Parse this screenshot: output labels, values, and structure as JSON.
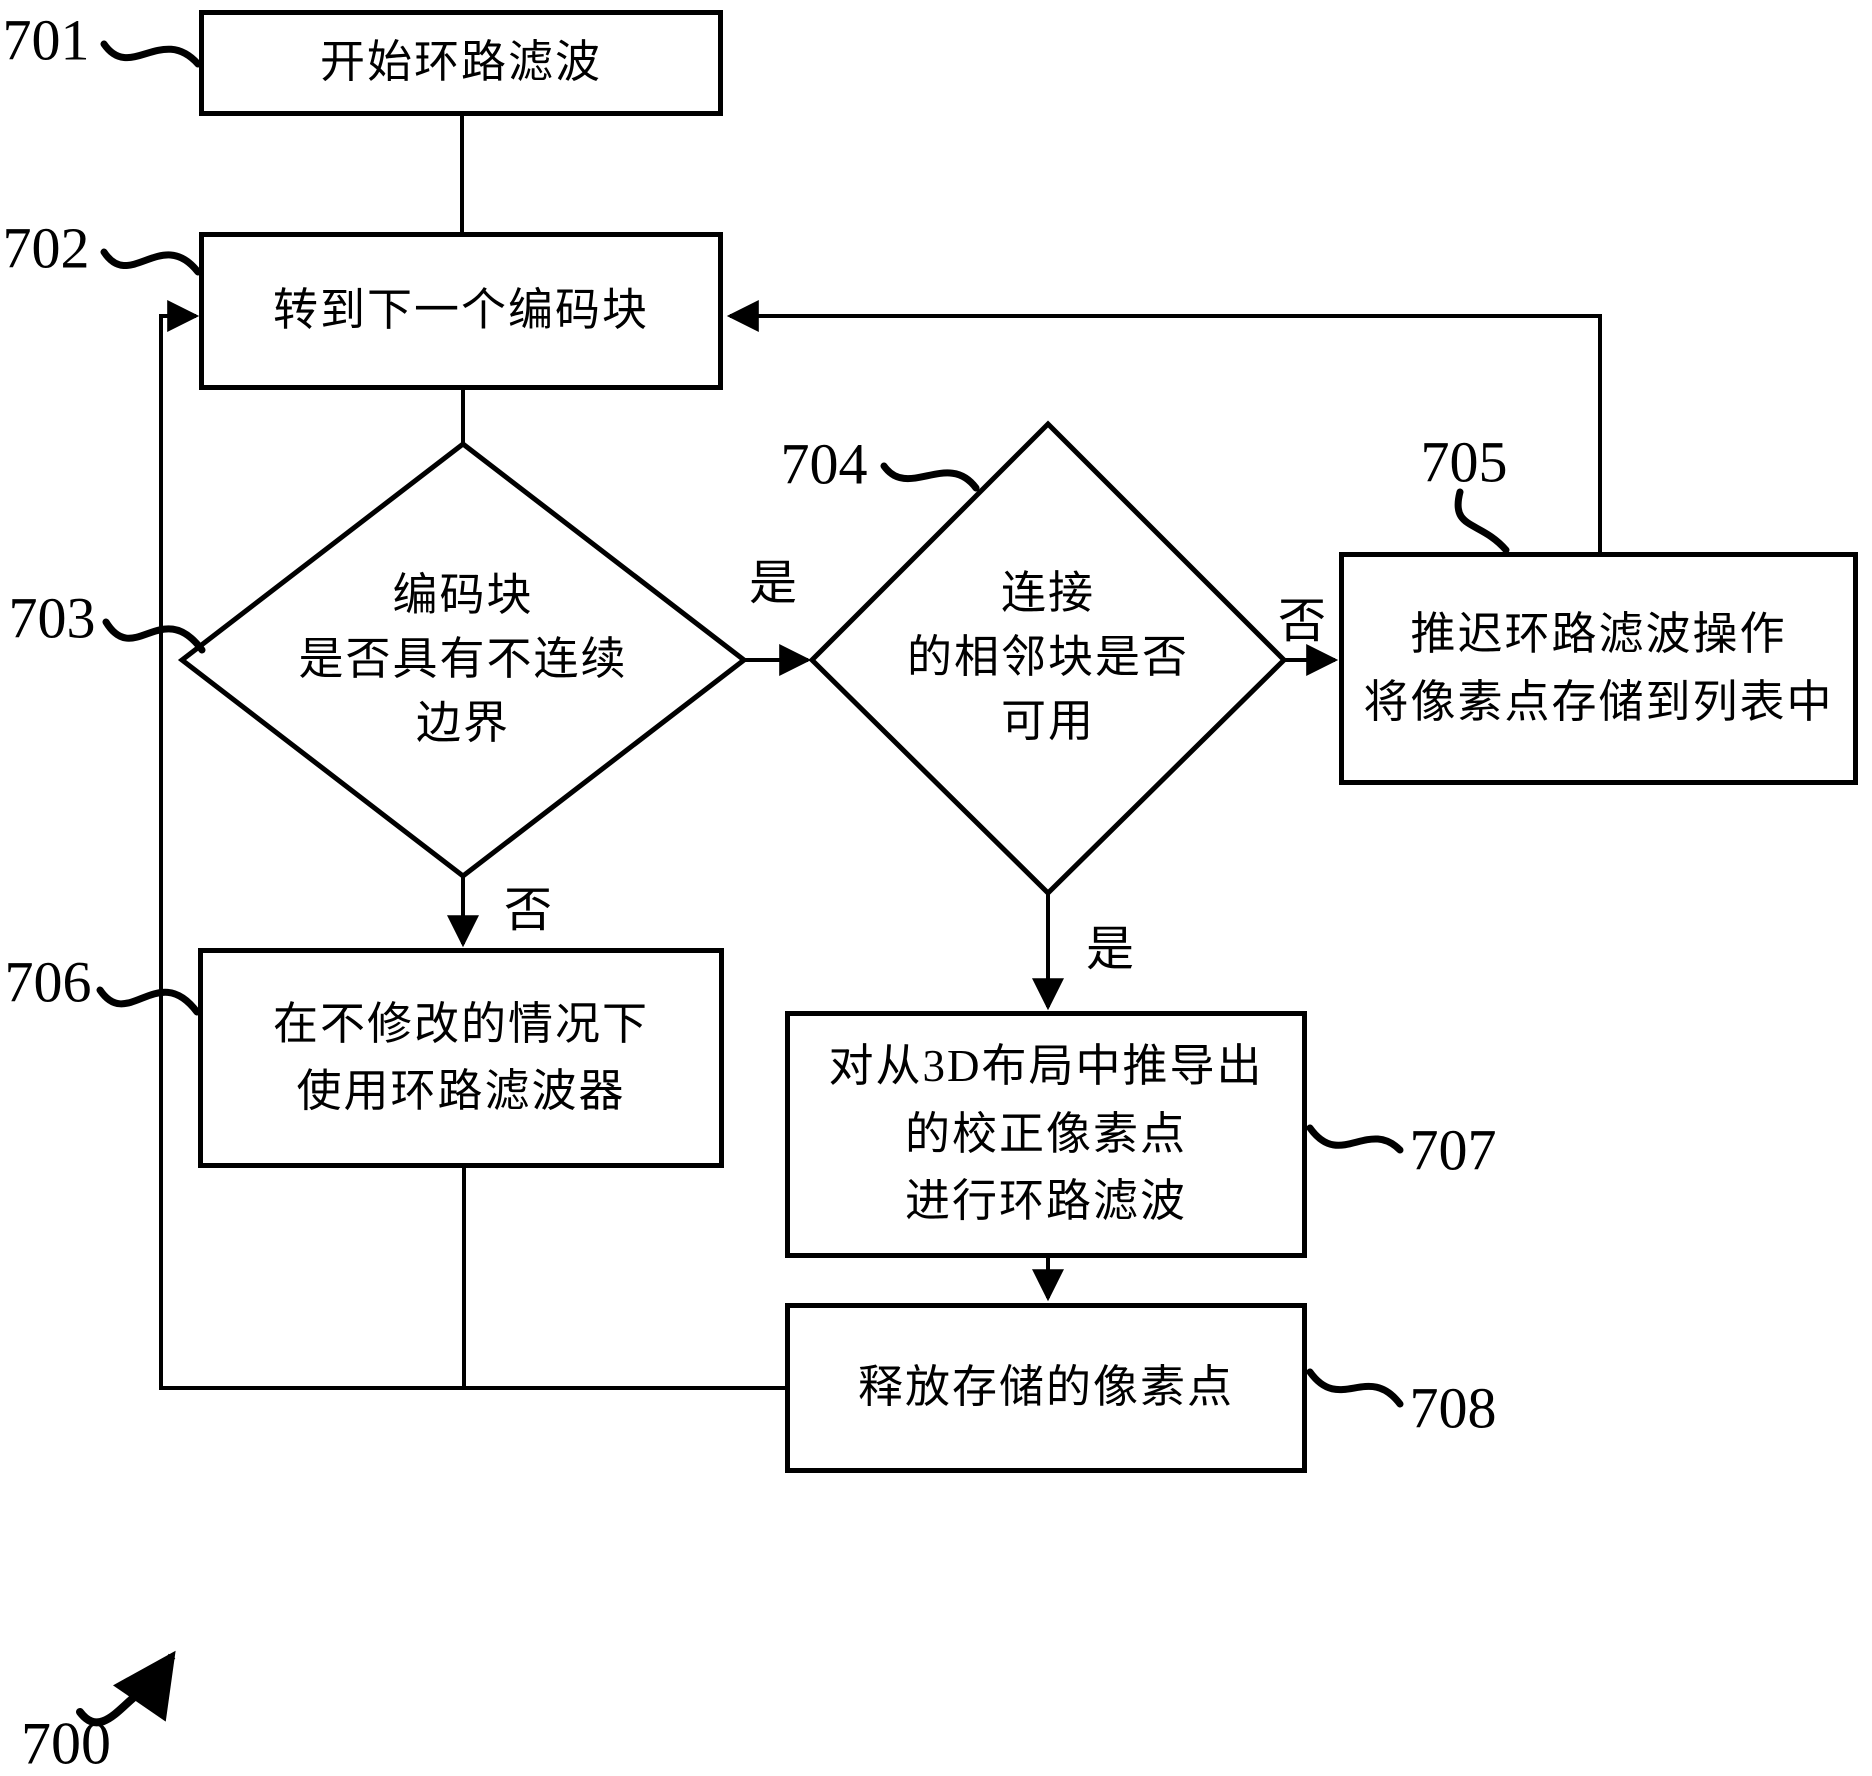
{
  "nodes": {
    "n701": {
      "ref": "701",
      "text": "开始环路滤波"
    },
    "n702": {
      "ref": "702",
      "text": "转到下一个编码块"
    },
    "n703": {
      "ref": "703",
      "lines": [
        "编码块",
        "是否具有不连续",
        "边界"
      ]
    },
    "n704": {
      "ref": "704",
      "lines": [
        "连接",
        "的相邻块是否",
        "可用"
      ]
    },
    "n705": {
      "ref": "705",
      "lines": [
        "推迟环路滤波操作",
        "将像素点存储到列表中"
      ]
    },
    "n706": {
      "ref": "706",
      "lines": [
        "在不修改的情况下",
        "使用环路滤波器"
      ]
    },
    "n707": {
      "ref": "707",
      "lines": [
        "对从3D布局中推导出",
        "的校正像素点",
        "进行环路滤波"
      ]
    },
    "n708": {
      "ref": "708",
      "text": "释放存储的像素点"
    }
  },
  "edge_labels": {
    "yes_703_704": "是",
    "no_703_706": "否",
    "no_704_705": "否",
    "yes_704_707": "是"
  },
  "figure_label": "700",
  "colors": {
    "line": "#000000",
    "background": "#ffffff",
    "text": "#000000"
  }
}
